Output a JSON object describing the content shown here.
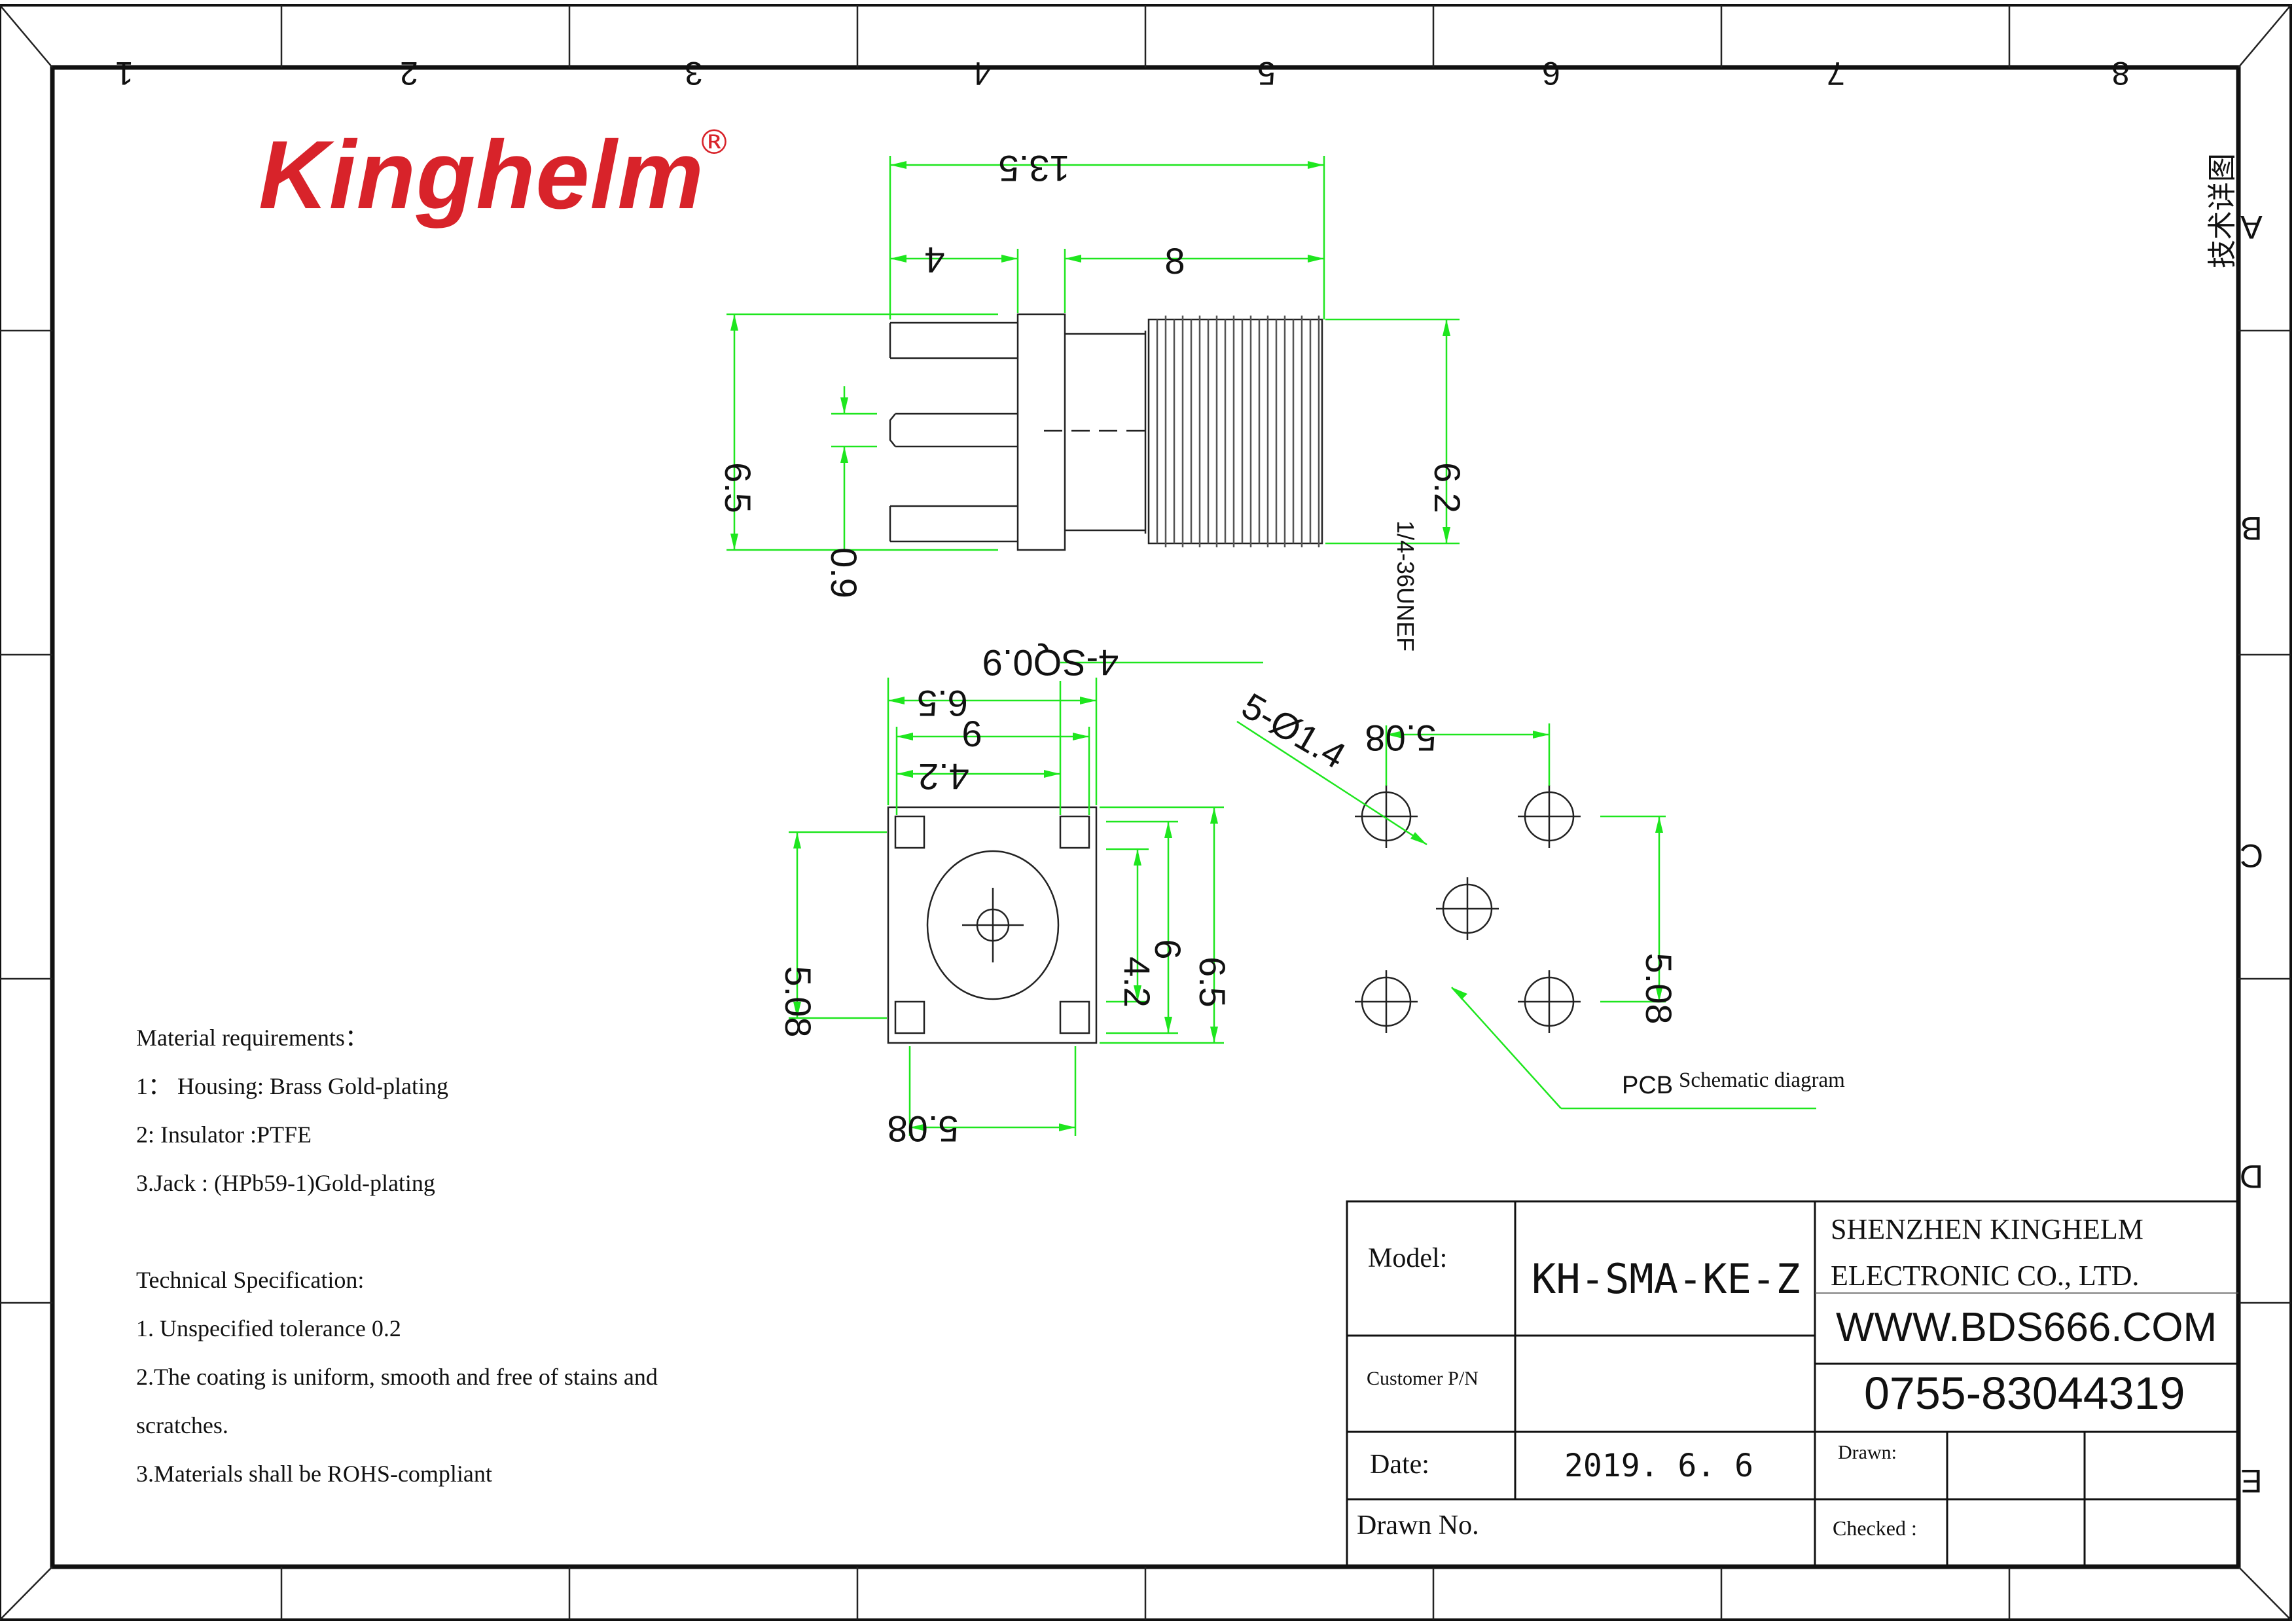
{
  "frame": {
    "columns": [
      "1",
      "2",
      "3",
      "4",
      "5",
      "6",
      "7",
      "8"
    ],
    "rows": [
      "A",
      "B",
      "C",
      "D",
      "E"
    ],
    "side_note": "技术详图"
  },
  "logo": {
    "text": "Kinghelm",
    "mark": "®",
    "color": "#d8232a"
  },
  "side_view": {
    "overall_length": "13.5",
    "flange_length": "4",
    "thread_length": "8",
    "flange_height": "6.5",
    "thread_diameter": "6.2",
    "pin_diameter": "0.9",
    "thread_spec": "1/4-36UNEF"
  },
  "front_view": {
    "pin_size": "4-SQ0.9",
    "width_outer": "6.5",
    "width_mid": "6",
    "width_inner": "4.2",
    "height_outer": "6.5",
    "height_mid": "6",
    "height_inner": "4.2",
    "pin_pitch_v": "5.08",
    "pin_pitch_h": "5.08"
  },
  "pcb_view": {
    "holes": "5-Ø1.4",
    "pitch_h": "5.08",
    "pitch_v": "5.08",
    "label_prefix": "PCB",
    "label": "Schematic diagram"
  },
  "notes": {
    "material_title": "Material requirements：",
    "material_items": [
      "1：  Housing: Brass Gold-plating",
      "2:  Insulator :PTFE",
      "3.Jack : (HPb59-1)Gold-plating"
    ],
    "tech_title": "Technical Specification:",
    "tech_items": [
      "1. Unspecified  tolerance   0.2",
      "2.The coating is uniform, smooth and free of stains and",
      "scratches.",
      "3.Materials shall be ROHS-compliant"
    ]
  },
  "title_block": {
    "model_label": "Model:",
    "model_value": "KH-SMA-KE-Z",
    "customer_label": "Customer P/N",
    "date_label": "Date:",
    "date_value": "2019. 6. 6",
    "drawn_no_label": "Drawn No.",
    "company_line1": "SHENZHEN KINGHELM",
    "company_line2": "ELECTRONIC CO., LTD.",
    "website": "WWW.BDS666.COM",
    "phone": "0755-83044319",
    "drawn_label": "Drawn:",
    "checked_label": "Checked :"
  }
}
